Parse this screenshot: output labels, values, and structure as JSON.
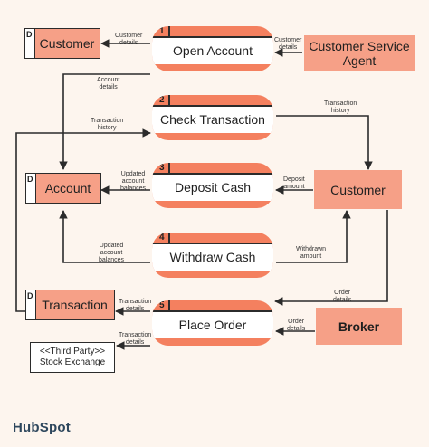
{
  "stores": {
    "customer": {
      "id": "D",
      "label": "Customer"
    },
    "account": {
      "id": "D",
      "label": "Account"
    },
    "transaction": {
      "id": "D",
      "label": "Transaction"
    }
  },
  "processes": {
    "open_account": {
      "num": "1",
      "label": "Open Account"
    },
    "check_transaction": {
      "num": "2",
      "label": "Check Transaction"
    },
    "deposit_cash": {
      "num": "3",
      "label": "Deposit Cash"
    },
    "withdraw_cash": {
      "num": "4",
      "label": "Withdraw Cash"
    },
    "place_order": {
      "num": "5",
      "label": "Place Order"
    }
  },
  "entities": {
    "customer_service_agent": {
      "line1": "Customer Service",
      "line2": "Agent"
    },
    "customer": {
      "label": "Customer"
    },
    "broker": {
      "label": "Broker"
    },
    "third_party": {
      "line1": "<<Third Party>>",
      "line2": "Stock Exchange"
    }
  },
  "flows": {
    "customer_details_1": {
      "line1": "Customer",
      "line2": "details"
    },
    "customer_details_2": {
      "line1": "Customer",
      "line2": "details"
    },
    "account_details": {
      "line1": "Account",
      "line2": "details"
    },
    "transaction_history_1": {
      "line1": "Transaction",
      "line2": "history"
    },
    "transaction_history_2": {
      "line1": "Transaction",
      "line2": "history"
    },
    "updated_balances_1": {
      "line1": "Updated",
      "line2": "account",
      "line3": "balances"
    },
    "deposit_amount": {
      "line1": "Deposit",
      "line2": "amount"
    },
    "updated_balances_2": {
      "line1": "Updated",
      "line2": "account",
      "line3": "balances"
    },
    "withdrawn_amount": {
      "line1": "Withdrawn",
      "line2": "amount"
    },
    "transaction_details_1": {
      "line1": "Transaction",
      "line2": "details"
    },
    "order_details_1": {
      "line1": "Order",
      "line2": "details"
    },
    "order_details_2": {
      "line1": "Order",
      "line2": "details"
    },
    "transaction_details_2": {
      "line1": "Transaction",
      "line2": "details"
    }
  },
  "brand": {
    "logo": "HubSpot"
  },
  "colors": {
    "process_fill": "#f4805f",
    "store_fill": "#f6a087",
    "background": "#fdf5ee",
    "line": "#2b2b2b"
  }
}
